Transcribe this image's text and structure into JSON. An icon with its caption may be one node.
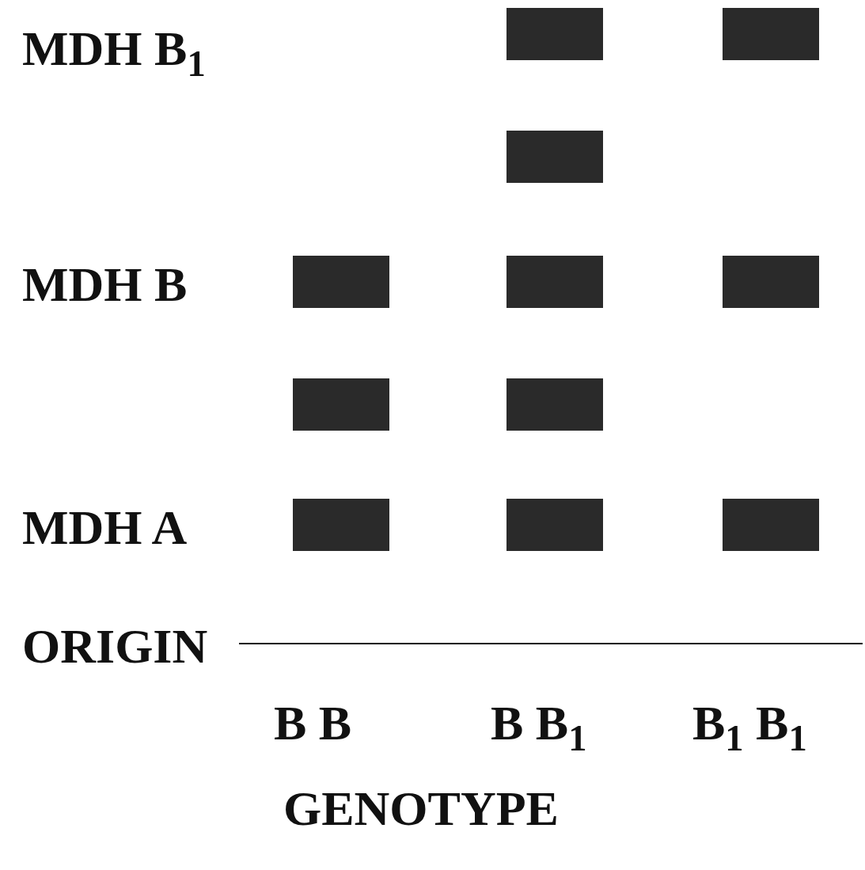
{
  "diagram": {
    "labels": [
      "MDH B$_{1}$",
      "MDH B",
      "MDH A",
      "ORIGIN",
      "B B",
      "B B$_{1}$",
      "B$_{1}$ B$_{1}$",
      "GENOTYPE"
    ]
  }
}
